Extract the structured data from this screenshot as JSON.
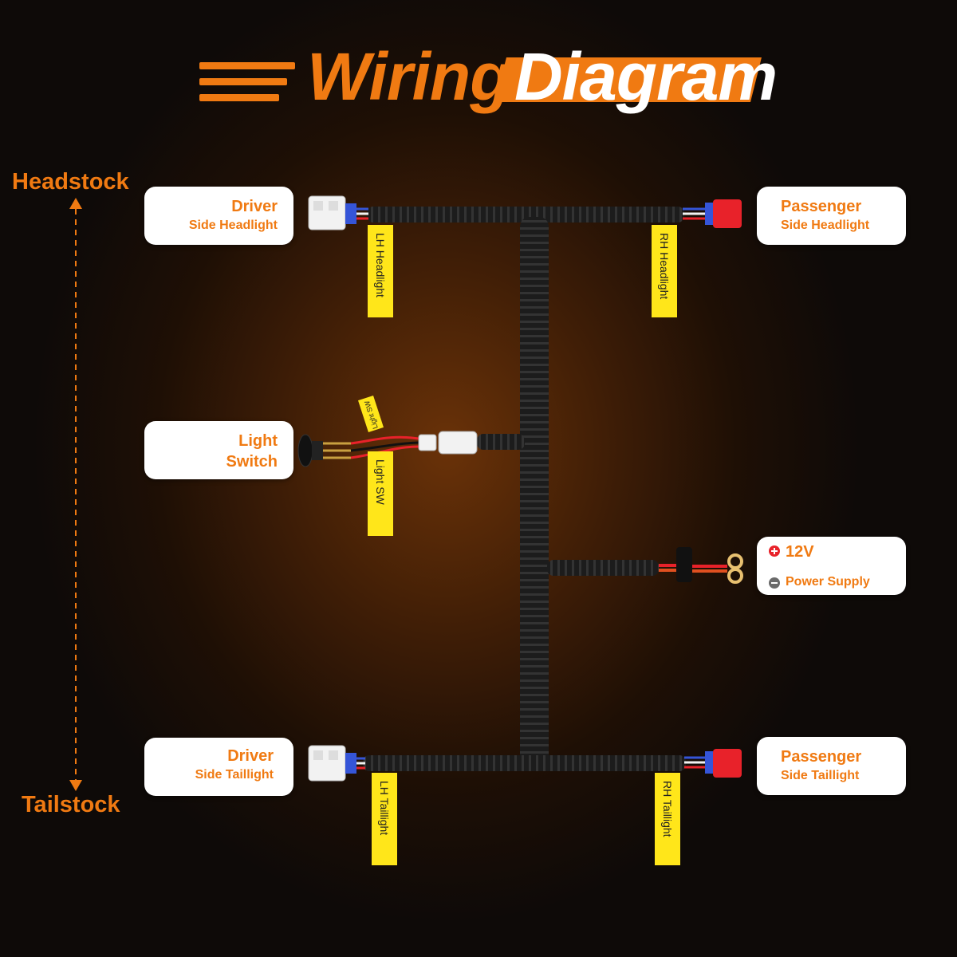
{
  "title": {
    "word1": "Wiring",
    "word2": "Diagram"
  },
  "axis": {
    "top_label": "Headstock",
    "bottom_label": "Tailstock"
  },
  "labels": {
    "driver_headlight": {
      "line1": "Driver",
      "line2": "Side Headlight"
    },
    "passenger_headlight": {
      "line1": "Passenger",
      "line2": "Side Headlight"
    },
    "light_switch": {
      "line1": "Light",
      "line2": "Switch"
    },
    "power": {
      "line1": "12V",
      "line2": "Power Supply"
    },
    "driver_taillight": {
      "line1": "Driver",
      "line2": "Side Taillight"
    },
    "passenger_taillight": {
      "line1": "Passenger",
      "line2": "Side Taillight"
    }
  },
  "tags": {
    "lh_headlight": "LH Headlight",
    "rh_headlight": "RH Headlight",
    "light_sw": "Light SW",
    "light_sw_small": "Light SW",
    "lh_taillight": "LH Taillight",
    "rh_taillight": "RH Taillight"
  },
  "colors": {
    "accent": "#f07a12",
    "tag_yellow": "#ffe61a",
    "loom": "#1c1c1c",
    "connector_red": "#e8222a",
    "connector_white": "#f2f2f2",
    "plus_red": "#e8222a",
    "minus_gray": "#6a6a6a"
  },
  "icons": {
    "plus": "plus-icon",
    "minus": "minus-icon",
    "fuse": "fuse-holder-icon",
    "ring": "ring-terminal-icon"
  }
}
